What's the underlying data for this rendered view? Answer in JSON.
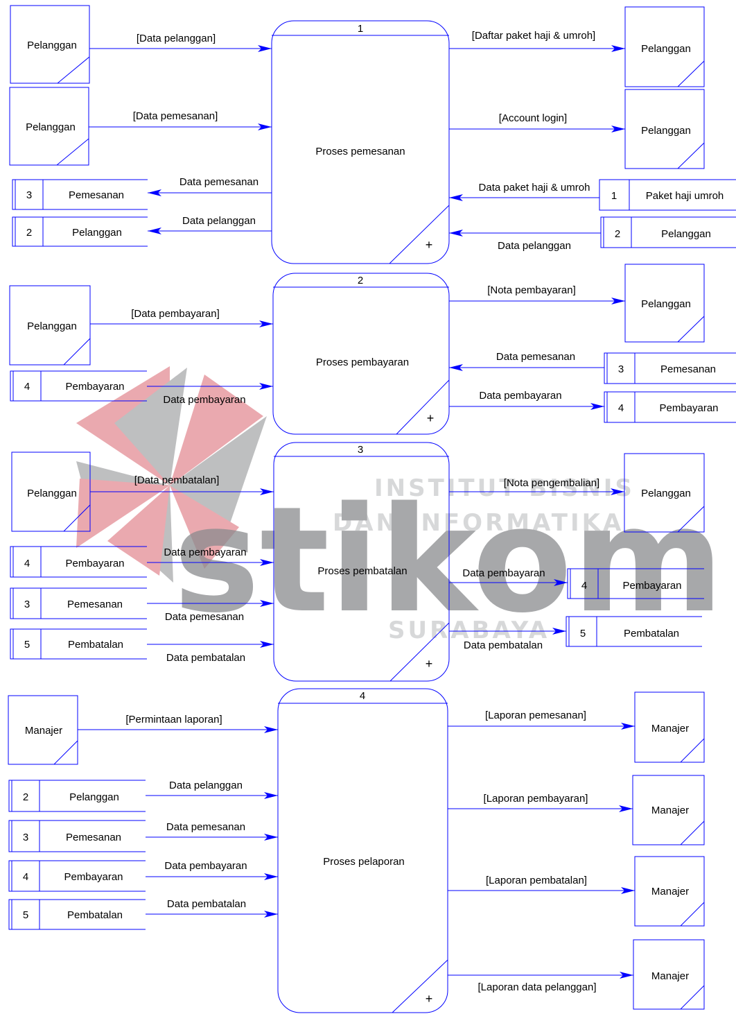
{
  "watermark": {
    "brand": "stikom",
    "line1": "INSTITUT BISNIS",
    "line2": "DAN INFORMATIKA",
    "line3": "SURABAYA",
    "colors": {
      "red": "#d9646e",
      "gray": "#8a8b8e"
    }
  },
  "colors": {
    "line": "#0000ff",
    "stroke": "#0000ff",
    "text": "#000000"
  },
  "processes": [
    {
      "number": "1",
      "name": "Proses pemesanan",
      "marker": "+"
    },
    {
      "number": "2",
      "name": "Proses pembayaran",
      "marker": "+"
    },
    {
      "number": "3",
      "name": "Proses pembatalan",
      "marker": "+"
    },
    {
      "number": "4",
      "name": "Proses pelaporan",
      "marker": "+"
    }
  ],
  "entities": {
    "pelanggan": "Pelanggan",
    "manajer": "Manajer"
  },
  "stores": {
    "pesan_1": {
      "id": "3",
      "name": "Pemesanan"
    },
    "pelanggan_1": {
      "id": "2",
      "name": "Pelanggan"
    },
    "paket": {
      "id": "1",
      "name": "Paket haji umroh"
    },
    "pelanggan_1r": {
      "id": "2",
      "name": "Pelanggan"
    },
    "bayar_2l": {
      "id": "4",
      "name": "Pembayaran"
    },
    "pesan_2r": {
      "id": "3",
      "name": "Pemesanan"
    },
    "bayar_2r": {
      "id": "4",
      "name": "Pembayaran"
    },
    "bayar_3l": {
      "id": "4",
      "name": "Pembayaran"
    },
    "pesan_3l": {
      "id": "3",
      "name": "Pemesanan"
    },
    "batal_3l": {
      "id": "5",
      "name": "Pembatalan"
    },
    "bayar_3r": {
      "id": "4",
      "name": "Pembayaran"
    },
    "batal_3r": {
      "id": "5",
      "name": "Pembatalan"
    },
    "pelanggan_4": {
      "id": "2",
      "name": "Pelanggan"
    },
    "pesan_4": {
      "id": "3",
      "name": "Pemesanan"
    },
    "bayar_4": {
      "id": "4",
      "name": "Pembayaran"
    },
    "batal_4": {
      "id": "5",
      "name": "Pembatalan"
    }
  },
  "flows": {
    "f1a": "[Data pelanggan]",
    "f1b": "[Data pemesanan]",
    "f1c": "Data pemesanan",
    "f1d": "Data pelanggan",
    "f1e": "[Daftar paket haji & umroh]",
    "f1f": "[Account login]",
    "f1g": "Data paket haji & umroh",
    "f1h": "Data pelanggan",
    "f2a": "[Data pembayaran]",
    "f2b": "Data pembayaran",
    "f2c": "[Nota pembayaran]",
    "f2d": "Data pemesanan",
    "f2e": "Data pembayaran",
    "f3a": "[Data pembatalan]",
    "f3b": "Data pembayaran",
    "f3c": "Data pemesanan",
    "f3d": "Data pembatalan",
    "f3e": "[Nota pengembalian]",
    "f3f": "Data pembayaran",
    "f3g": "Data pembatalan",
    "f4a": "[Permintaan laporan]",
    "f4b": "Data pelanggan",
    "f4c": "Data pemesanan",
    "f4d": "Data pembayaran",
    "f4e": "Data pembatalan",
    "f4f": "[Laporan pemesanan]",
    "f4g": "[Laporan pembayaran]",
    "f4h": "[Laporan pembatalan]",
    "f4i": "[Laporan data pelanggan]"
  }
}
